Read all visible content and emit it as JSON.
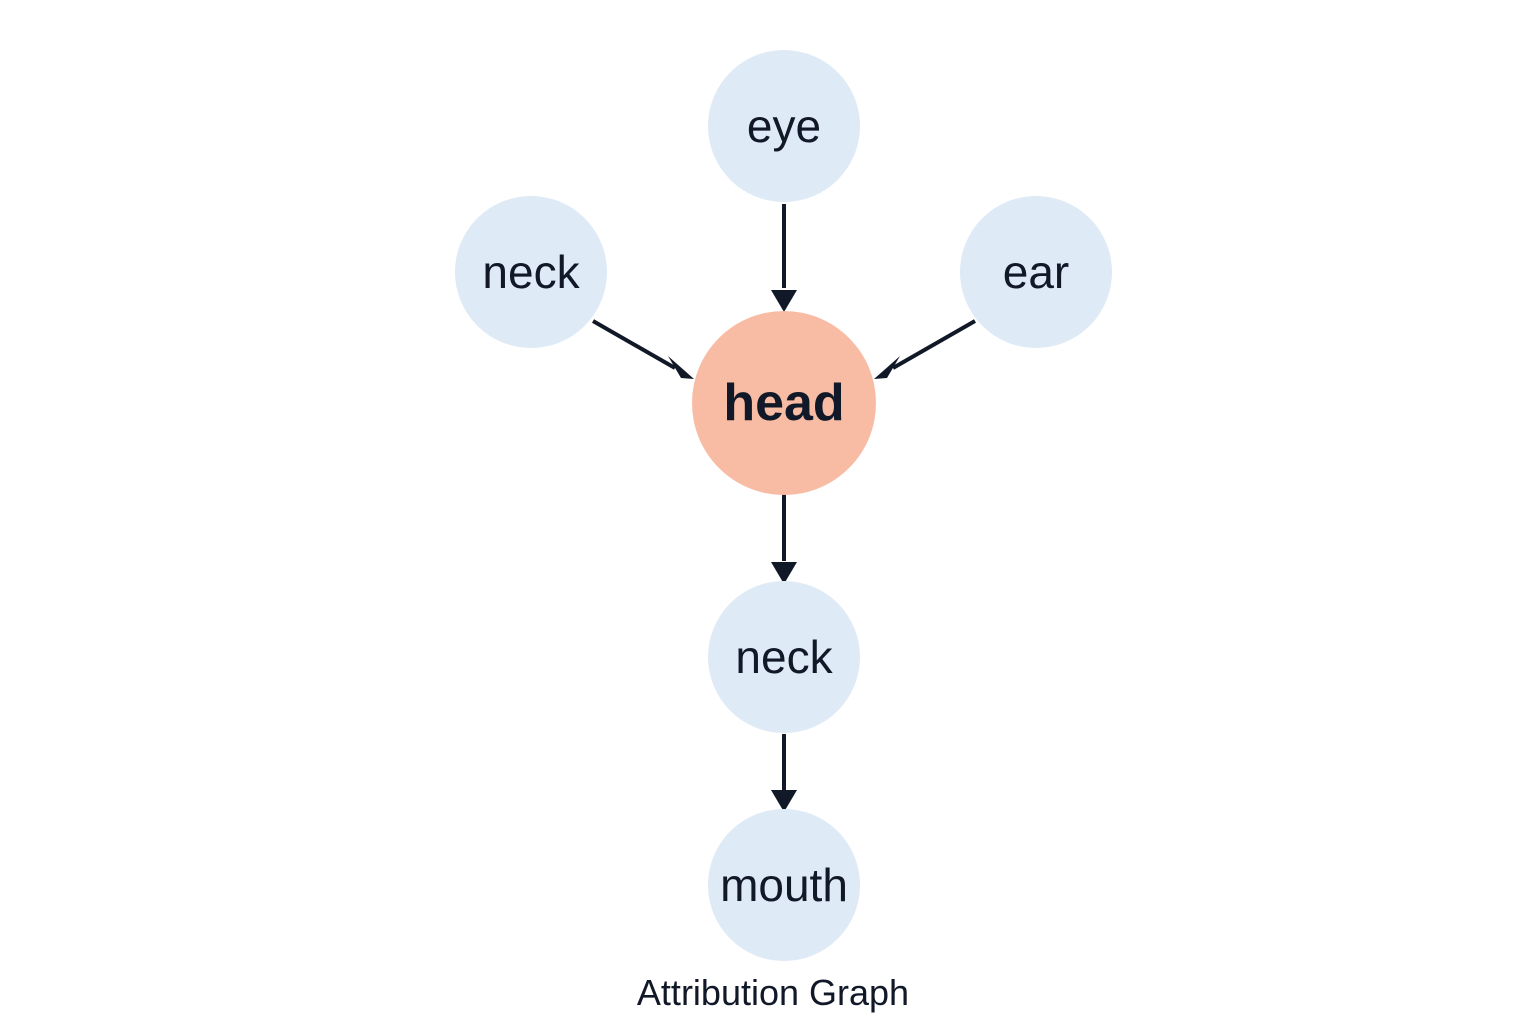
{
  "colors": {
    "node_fill": "#deeaf6",
    "highlight_fill": "#f8bba4",
    "edge": "#111827",
    "text": "#111827"
  },
  "nodes": [
    {
      "id": "eye",
      "label": "eye",
      "highlight": false
    },
    {
      "id": "neck_left",
      "label": "neck",
      "highlight": false
    },
    {
      "id": "ear",
      "label": "ear",
      "highlight": false
    },
    {
      "id": "head",
      "label": "head",
      "highlight": true
    },
    {
      "id": "neck_below",
      "label": "neck",
      "highlight": false
    },
    {
      "id": "mouth",
      "label": "mouth",
      "highlight": false
    }
  ],
  "edges": [
    {
      "from": "eye",
      "to": "head"
    },
    {
      "from": "neck_left",
      "to": "head"
    },
    {
      "from": "ear",
      "to": "head"
    },
    {
      "from": "head",
      "to": "neck_below"
    },
    {
      "from": "neck_below",
      "to": "mouth"
    }
  ],
  "caption": "Attribution Graph"
}
